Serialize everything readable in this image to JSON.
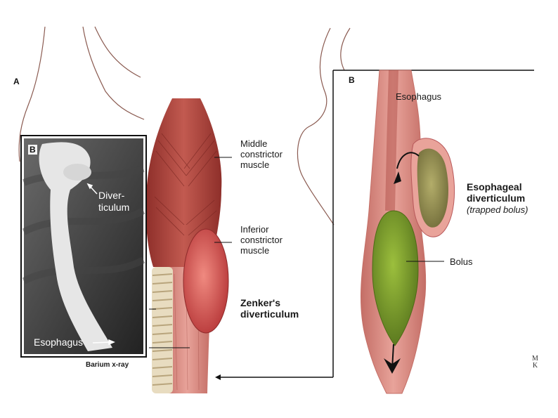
{
  "panel_a": {
    "letter": "A",
    "labels": {
      "middle_constrictor": "Middle\nconstrictor\nmuscle",
      "inferior_constrictor": "Inferior\nconstrictor\nmuscle",
      "zenkers": "Zenker's\ndiverticulum"
    }
  },
  "xray": {
    "letter": "B",
    "diverticulum": "Diver-\nticulum",
    "esophagus": "Esophagus",
    "caption": "Barium x-ray"
  },
  "panel_b": {
    "letter": "B",
    "esophagus": "Esophagus",
    "esophageal_diverticulum": "Esophageal\ndiverticulum",
    "trapped_bolus": "(trapped bolus)",
    "bolus": "Bolus"
  },
  "logo": {
    "text": "MK"
  },
  "colors": {
    "muscle": "#b8463f",
    "muscle_light": "#d9837a",
    "pouch": "#d9534f",
    "bolus": "#7a9a2e",
    "bolus_trapped": "#8a8a4a",
    "xray_bg": "#2b2b2b"
  }
}
